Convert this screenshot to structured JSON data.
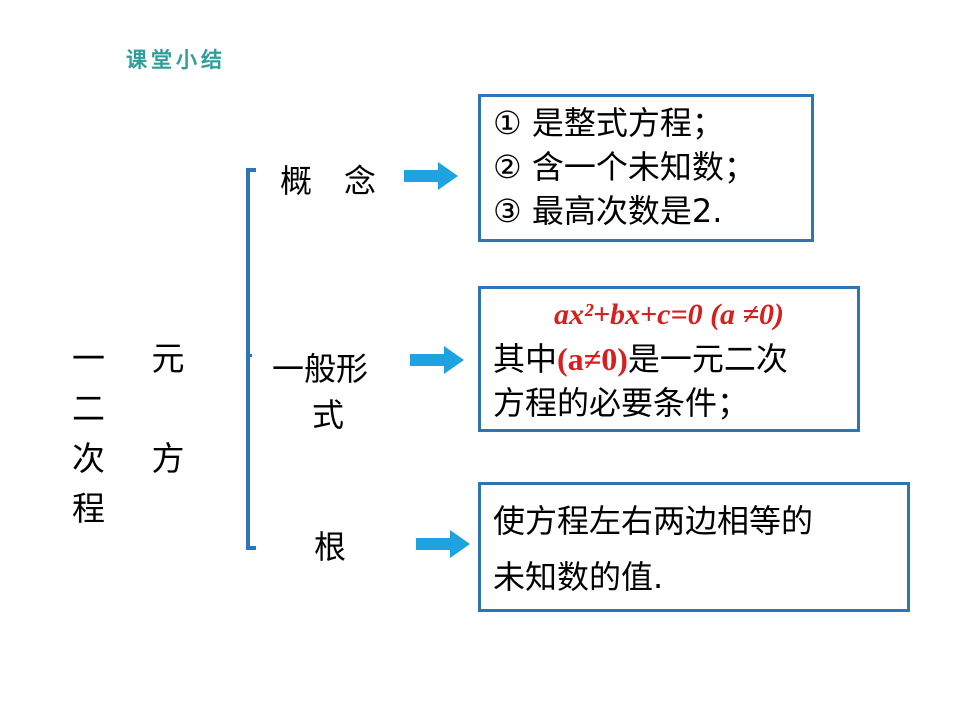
{
  "header": {
    "title": "课堂小结"
  },
  "root": {
    "line1": "一 元 二",
    "line2": "次 方 程"
  },
  "branches": [
    {
      "label": "概　念",
      "box_lines": [
        "① 是整式方程；",
        "② 含一个未知数；",
        "③ 最高次数是2."
      ]
    },
    {
      "label_line1": "一般形",
      "label_line2": "式",
      "formula": "ax²+bx+c=0  (a ≠0)",
      "note_prefix": "其中",
      "note_condition": "(a≠0)",
      "note_suffix": "是一元二次",
      "note_line2": "方程的必要条件；"
    },
    {
      "label": "根",
      "box_line1": "使方程左右两边相等的",
      "box_line2": "未知数的值."
    }
  ],
  "colors": {
    "accent": "#2e75b6",
    "arrow": "#1fa2e0",
    "header": "#2f9e9a",
    "formula": "#d81e1e"
  }
}
